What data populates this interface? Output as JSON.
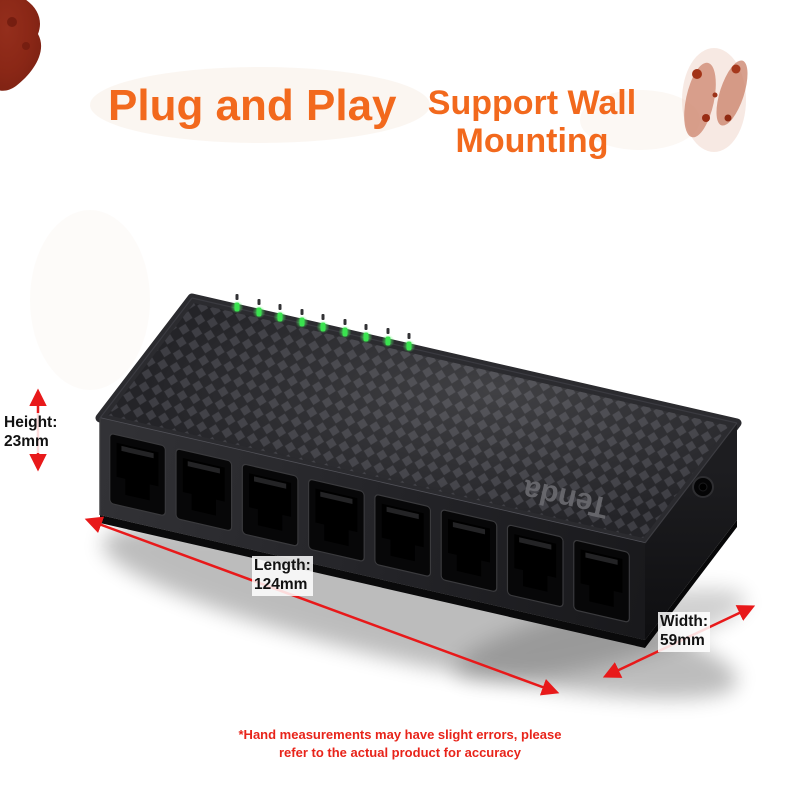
{
  "headings": {
    "plug_and_play": "Plug and Play",
    "wall_mounting": "Support Wall Mounting",
    "accent_color": "#f2691d"
  },
  "product": {
    "logo": "Tenda",
    "port_count": 8,
    "led_count": 9,
    "led_color": "#3ae34f",
    "body_color": "#232326"
  },
  "dimensions": {
    "line_color": "#e8191a",
    "height": {
      "label": "Height:",
      "value": "23mm"
    },
    "length": {
      "label": "Length:",
      "value": "124mm"
    },
    "width": {
      "label": "Width:",
      "value": "59mm"
    }
  },
  "disclaimer": {
    "line1": "*Hand measurements may have slight errors, please",
    "line2": "refer to the actual product for accuracy",
    "color": "#e8241a"
  }
}
